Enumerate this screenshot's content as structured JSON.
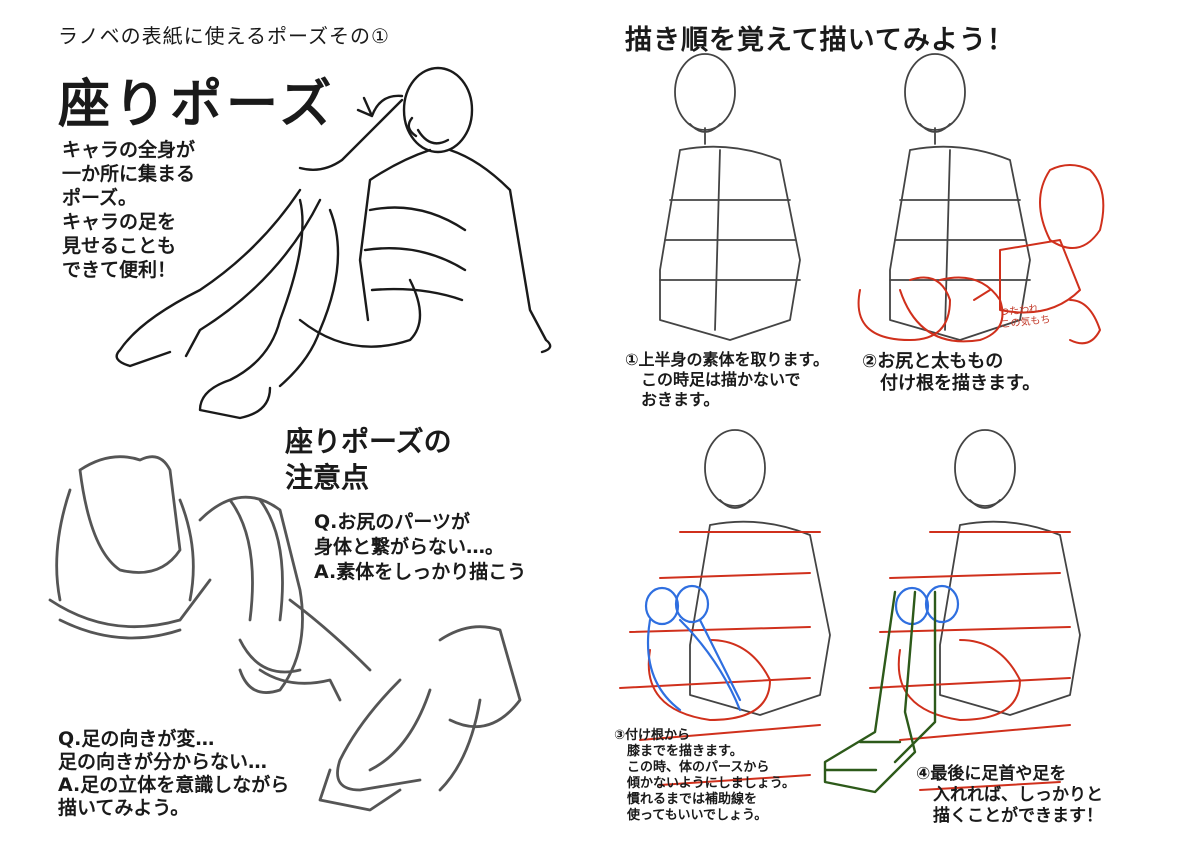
{
  "header": {
    "series": "ラノベの表紙に使えるポーズその①",
    "title": "座りポーズ",
    "description": "キャラの全身が\n一か所に集まる\nポーズ。\nキャラの足を\n見せることも\nできて便利！",
    "howto_title": "描き順を覚えて描いてみよう！"
  },
  "caution": {
    "title": "座りポーズの\n注意点",
    "qa1": "Q.お尻のパーツが\n身体と繋がらない…。\nA.素体をしっかり描こう",
    "qa2": "Q.足の向きが変…\n足の向きが分からない…\nA.足の立体を意識しながら\n描いてみよう。"
  },
  "steps": {
    "step1": "①上半身の素体を取ります。\n　この時足は描かないで\n　おきます。",
    "step2": "②お尻と太ももの\n　付け根を描きます。",
    "step3": "③付け根から\n　膝までを描きます。\n　この時、体のパースから\n　傾かないようにしましょう。\n　慣れるまでは補助線を\n　使ってもいいでしょう。",
    "step4": "④最後に足首や足を\n　入れれば、しっかりと\n　描くことができます！",
    "note": "つたわれ\nこの気もち"
  },
  "colors": {
    "ink": "#1a1a1a",
    "sketch": "#3a3a3a",
    "red": "#d0301c",
    "blue": "#2f6fe0",
    "green": "#2d5a1a"
  }
}
